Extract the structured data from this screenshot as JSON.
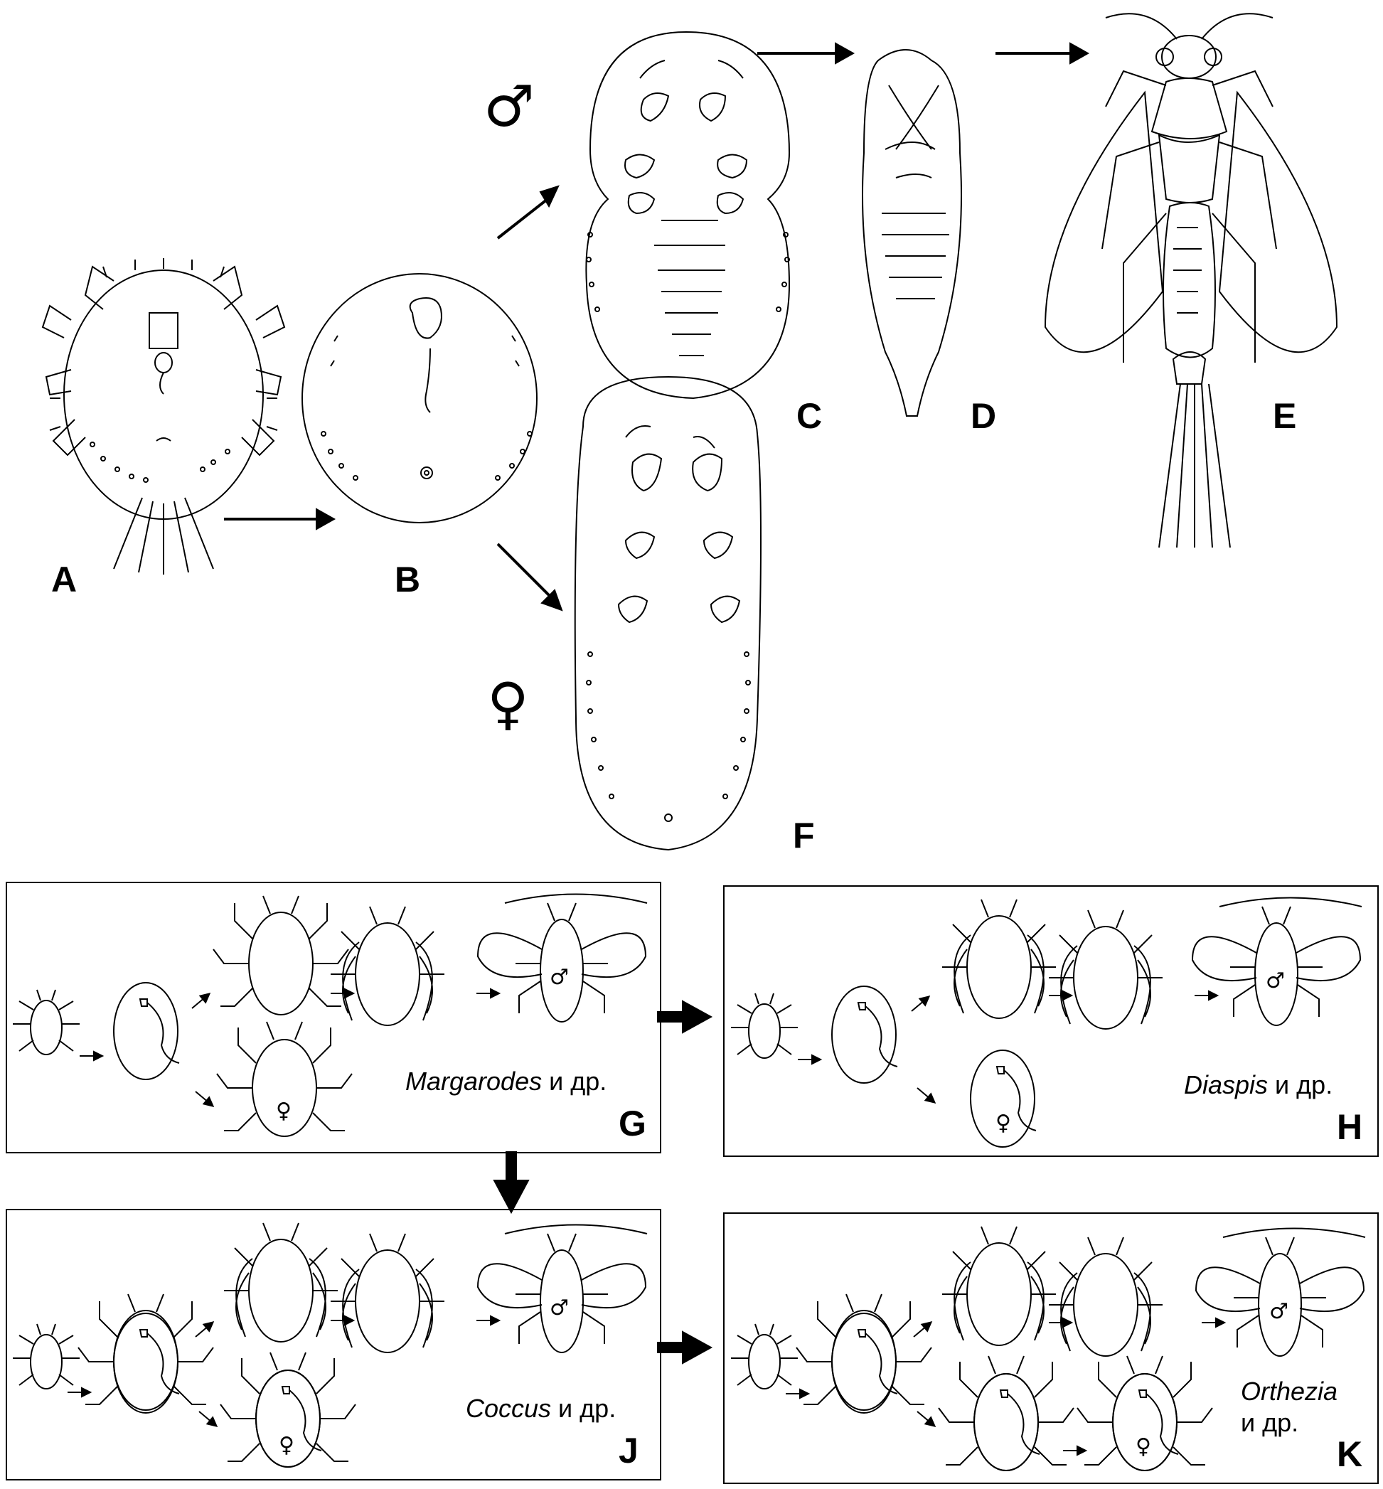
{
  "figure": {
    "stage_labels": {
      "A": "A",
      "B": "B",
      "C": "C",
      "D": "D",
      "E": "E",
      "F": "F"
    },
    "symbols": {
      "male": "♂",
      "female": "♀"
    },
    "panels": {
      "G": {
        "label": "G",
        "genus": "Margarodes",
        "suffix": " и др."
      },
      "H": {
        "label": "H",
        "genus": "Diaspis",
        "suffix": " и др."
      },
      "J": {
        "label": "J",
        "genus": "Coccus",
        "suffix": " и др."
      },
      "K": {
        "label": "K",
        "genus": "Orthezia",
        "suffix": "и др."
      }
    },
    "mini_symbols": {
      "male": "♂",
      "female": "♀"
    }
  }
}
